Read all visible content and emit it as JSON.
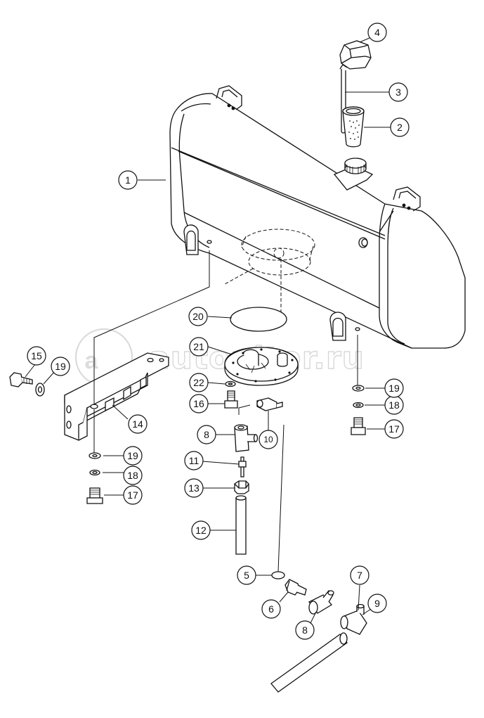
{
  "diagram": {
    "watermark": "autopiter.ru",
    "callouts": [
      "1",
      "2",
      "3",
      "4",
      "5",
      "6",
      "7",
      "8",
      "9",
      "10",
      "11",
      "12",
      "13",
      "14",
      "15",
      "16",
      "17",
      "18",
      "19",
      "20",
      "21",
      "22"
    ]
  }
}
